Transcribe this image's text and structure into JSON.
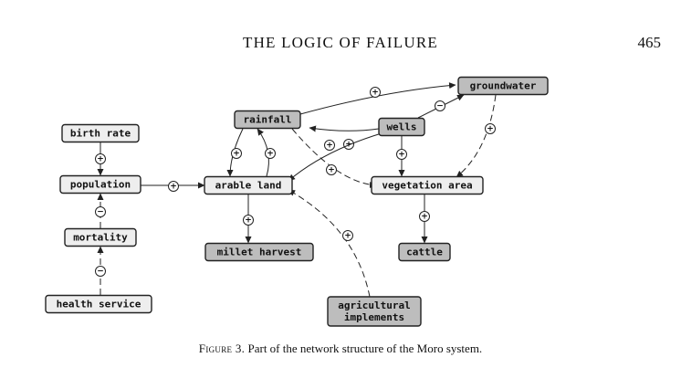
{
  "header": {
    "running_title": "THE LOGIC OF FAILURE",
    "page_number": "465"
  },
  "diagram": {
    "nodes": [
      {
        "id": "rainfall",
        "label": "rainfall",
        "shade": "dark"
      },
      {
        "id": "groundwater",
        "label": "groundwater",
        "shade": "dark"
      },
      {
        "id": "wells",
        "label": "wells",
        "shade": "dark"
      },
      {
        "id": "birth_rate",
        "label": "birth rate",
        "shade": "light"
      },
      {
        "id": "population",
        "label": "population",
        "shade": "light"
      },
      {
        "id": "arable_land",
        "label": "arable land",
        "shade": "light"
      },
      {
        "id": "vegetation_area",
        "label": "vegetation area",
        "shade": "light"
      },
      {
        "id": "mortality",
        "label": "mortality",
        "shade": "light"
      },
      {
        "id": "millet_harvest",
        "label": "millet harvest",
        "shade": "dark"
      },
      {
        "id": "cattle",
        "label": "cattle",
        "shade": "dark"
      },
      {
        "id": "health_service",
        "label": "health service",
        "shade": "light"
      },
      {
        "id": "agricultural_implements",
        "label": "agricultural implements",
        "shade": "dark"
      }
    ],
    "edges": [
      {
        "from": "rainfall",
        "to": "groundwater",
        "sign": "+",
        "style": "solid"
      },
      {
        "from": "wells",
        "to": "groundwater",
        "sign": "−",
        "style": "solid"
      },
      {
        "from": "rainfall",
        "to": "arable_land",
        "sign": "+",
        "style": "solid"
      },
      {
        "from": "arable_land",
        "to": "rainfall",
        "sign": "+",
        "style": "solid"
      },
      {
        "from": "wells",
        "to": "rainfall",
        "sign": "+",
        "style": "solid"
      },
      {
        "from": "wells",
        "to": "arable_land",
        "sign": "+",
        "style": "solid"
      },
      {
        "from": "rainfall",
        "to": "vegetation_area",
        "sign": "+",
        "style": "dashed"
      },
      {
        "from": "wells",
        "to": "vegetation_area",
        "sign": "+",
        "style": "solid"
      },
      {
        "from": "groundwater",
        "to": "vegetation_area",
        "sign": "+",
        "style": "dashed"
      },
      {
        "from": "birth_rate",
        "to": "population",
        "sign": "+",
        "style": "solid"
      },
      {
        "from": "population",
        "to": "arable_land",
        "sign": "+",
        "style": "solid"
      },
      {
        "from": "mortality",
        "to": "population",
        "sign": "−",
        "style": "dashed"
      },
      {
        "from": "health_service",
        "to": "mortality",
        "sign": "−",
        "style": "dashed"
      },
      {
        "from": "arable_land",
        "to": "millet_harvest",
        "sign": "+",
        "style": "solid"
      },
      {
        "from": "vegetation_area",
        "to": "cattle",
        "sign": "+",
        "style": "solid"
      },
      {
        "from": "agricultural_implements",
        "to": "arable_land",
        "sign": "+",
        "style": "dashed"
      }
    ]
  },
  "caption": {
    "label": "Figure 3.",
    "text": " Part of the network structure of the Moro system."
  }
}
